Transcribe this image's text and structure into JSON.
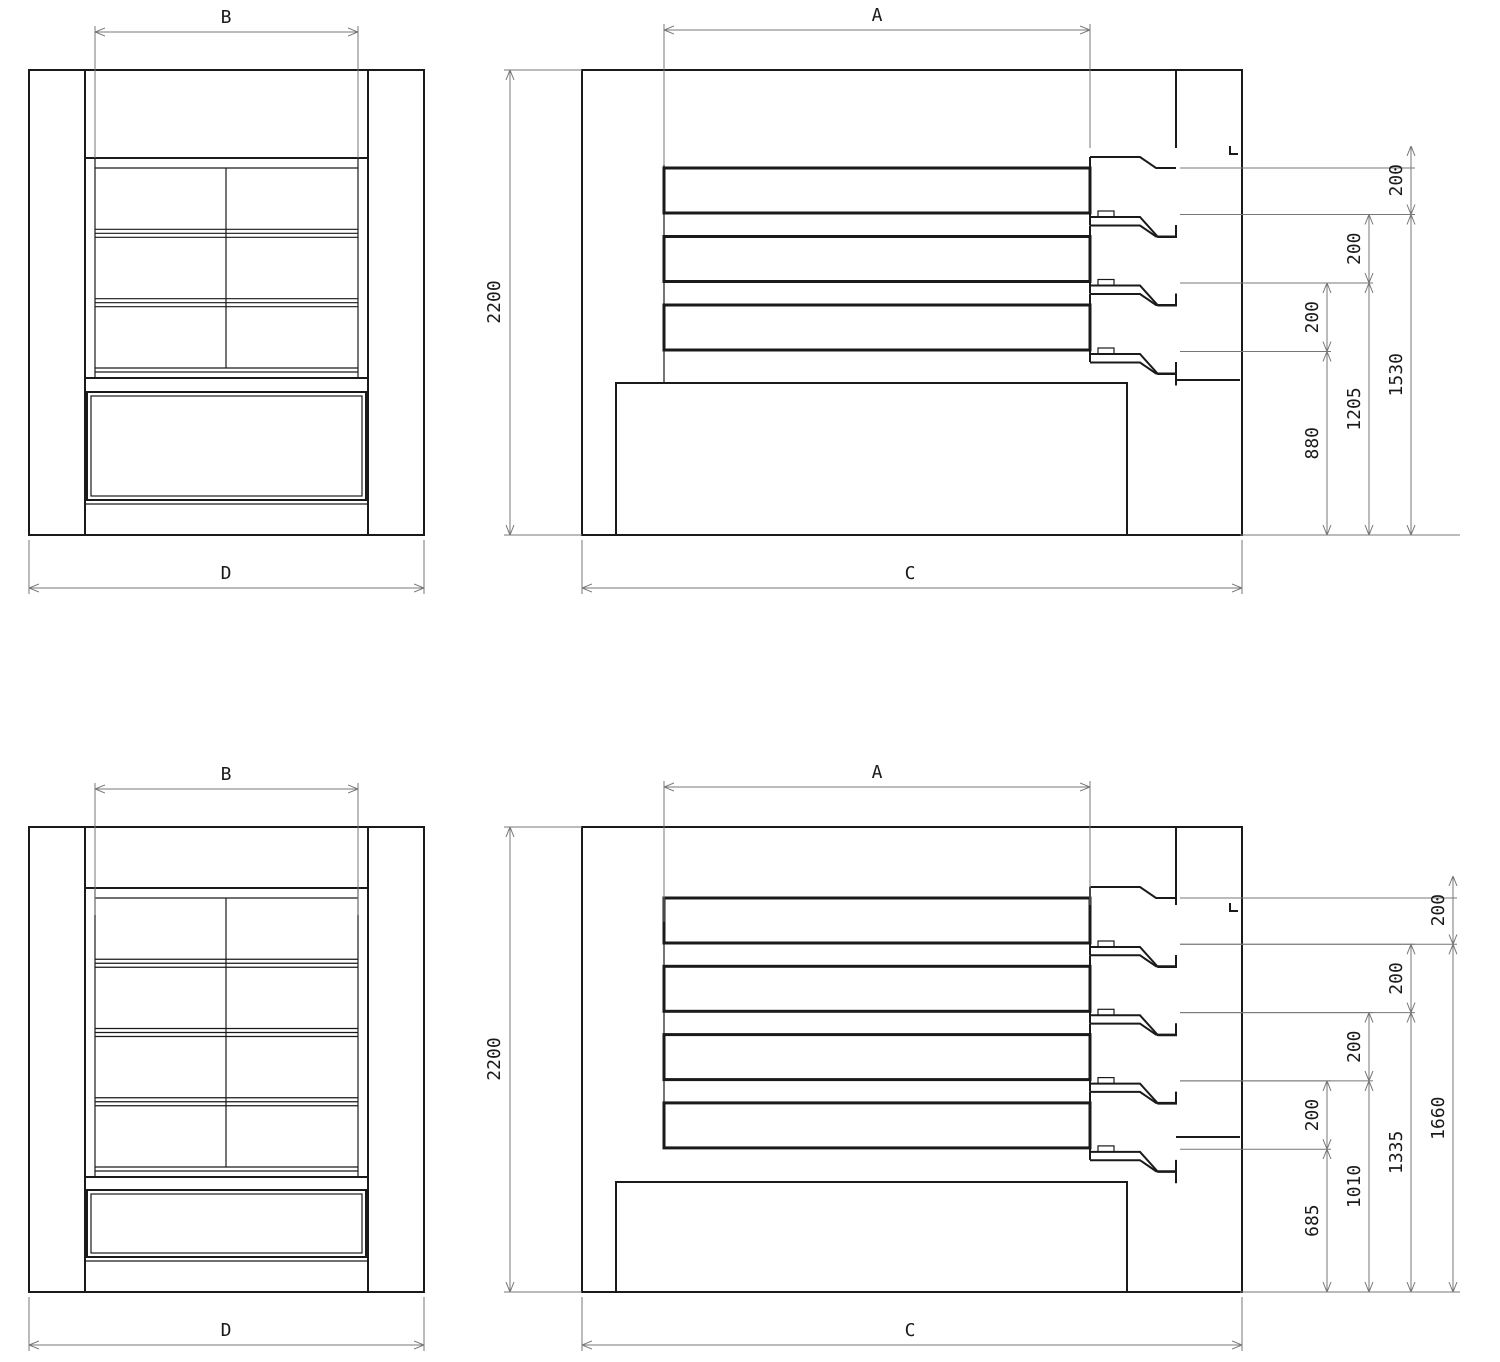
{
  "views": [
    {
      "front": {
        "label_top": "B",
        "label_bottom": "D",
        "shelves": 3
      },
      "side": {
        "label_top": "A",
        "label_bottom": "C",
        "overall_height": "2200",
        "shelves": 3,
        "spacing_labels": [
          "200",
          "200",
          "200"
        ],
        "cumulative_labels": [
          "880",
          "1205",
          "1530"
        ]
      }
    },
    {
      "front": {
        "label_top": "B",
        "label_bottom": "D",
        "shelves": 4
      },
      "side": {
        "label_top": "A",
        "label_bottom": "C",
        "overall_height": "2200",
        "shelves": 4,
        "spacing_labels": [
          "200",
          "200",
          "200",
          "200"
        ],
        "cumulative_labels": [
          "685",
          "1010",
          "1335",
          "1660"
        ]
      }
    }
  ],
  "colors": {
    "line": "#1a1a1a",
    "dimension": "#777777",
    "background": "#ffffff"
  }
}
